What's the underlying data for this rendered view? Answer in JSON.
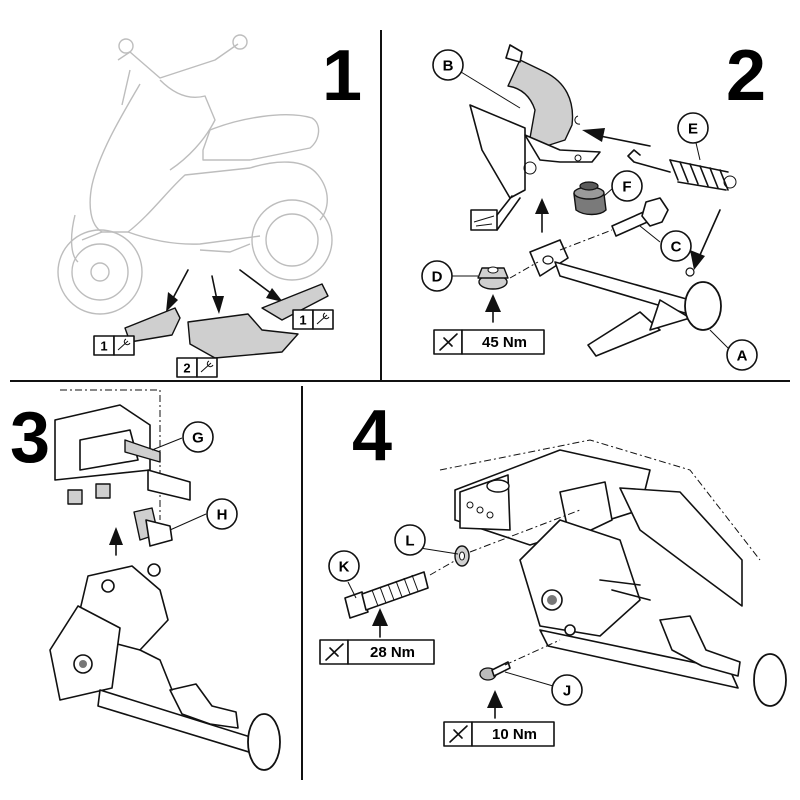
{
  "panels": [
    {
      "step": "1"
    },
    {
      "step": "2"
    },
    {
      "step": "3"
    },
    {
      "step": "4"
    }
  ],
  "panel1": {
    "badges": [
      {
        "number": "1",
        "icon": "wrench-icon"
      },
      {
        "number": "2",
        "icon": "wrench-icon"
      },
      {
        "number": "1",
        "icon": "wrench-icon"
      }
    ]
  },
  "callouts": {
    "A": "A",
    "B": "B",
    "C": "C",
    "D": "D",
    "E": "E",
    "F": "F",
    "G": "G",
    "H": "H",
    "J": "J",
    "K": "K",
    "L": "L"
  },
  "torques": {
    "d": "45 Nm",
    "k": "28 Nm",
    "j": "10 Nm",
    "icon": "torque-wrench-icon"
  }
}
